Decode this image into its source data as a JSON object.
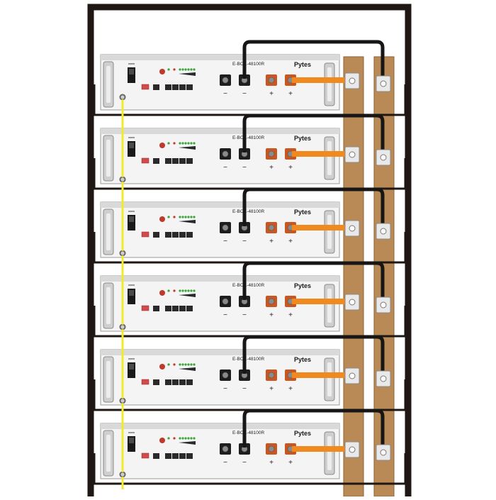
{
  "colors": {
    "cabinet": "#1e1714",
    "busbar_copper": "#b98a55",
    "busbar_edge": "#8c6236",
    "ground_wire": "#f2ea2a",
    "positive_link": "#f08a1e",
    "positive_terminal": "#c8561e",
    "negative_terminal": "#1e1e1e",
    "negative_cable": "#161616",
    "module_face": "#f4f4f4",
    "module_top": "#d9d9d9",
    "led_green": "#3aa63a",
    "led_red": "#c0392b",
    "brand_orange": "#f08a1e"
  },
  "modules": [
    {
      "model": "E-BOX-48100R",
      "brand": "Pytes",
      "minus_a": "−",
      "minus_b": "−",
      "plus_a": "+",
      "plus_b": "+"
    },
    {
      "model": "E-BOX-48100R",
      "brand": "Pytes",
      "minus_a": "−",
      "minus_b": "−",
      "plus_a": "+",
      "plus_b": "+"
    },
    {
      "model": "E-BOX-48100R",
      "brand": "Pytes",
      "minus_a": "−",
      "minus_b": "−",
      "plus_a": "+",
      "plus_b": "+"
    },
    {
      "model": "E-BOX-48100R",
      "brand": "Pytes",
      "minus_a": "−",
      "minus_b": "−",
      "plus_a": "+",
      "plus_b": "+"
    },
    {
      "model": "E-BOX-48100R",
      "brand": "Pytes",
      "minus_a": "−",
      "minus_b": "−",
      "plus_a": "+",
      "plus_b": "+"
    },
    {
      "model": "E-BOX-48100R",
      "brand": "Pytes",
      "minus_a": "−",
      "minus_b": "−",
      "plus_a": "+",
      "plus_b": "+"
    }
  ],
  "icons": {
    "handle": "rack-handle-icon",
    "breaker": "power-switch-icon",
    "reset": "reset-button-icon",
    "dip": "dip-switch-icon",
    "ports": "rj45-port-icon",
    "leds": "status-led-icon",
    "ground": "ground-screw-icon"
  }
}
